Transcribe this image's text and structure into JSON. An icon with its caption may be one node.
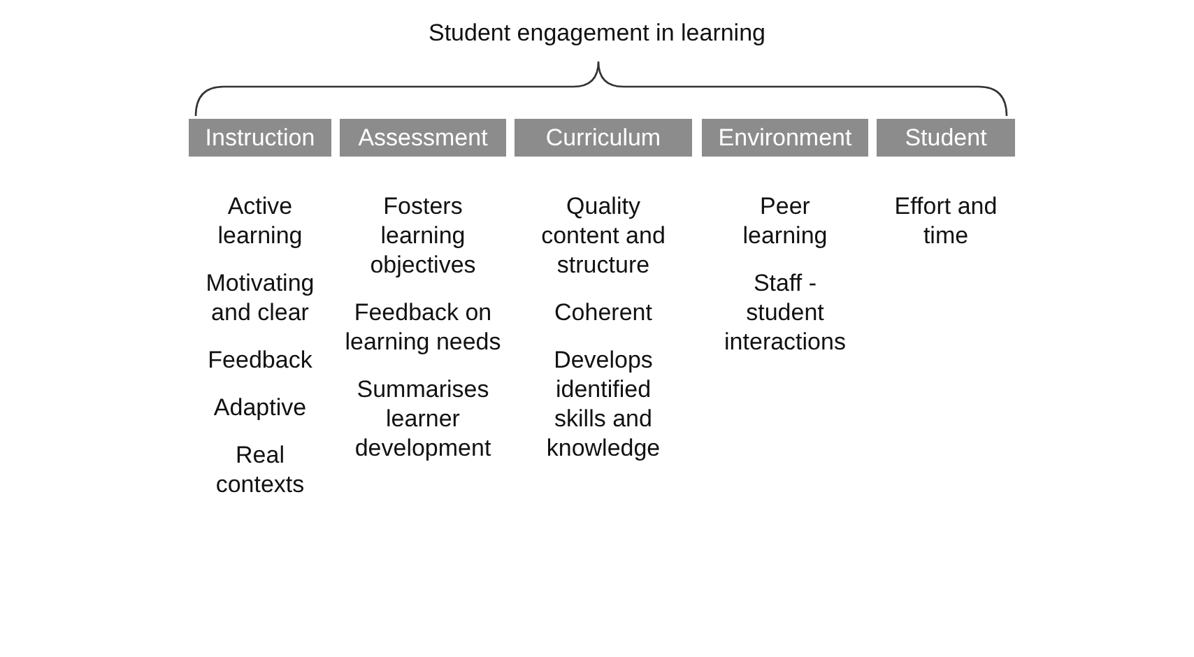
{
  "diagram": {
    "title": "Student engagement in learning",
    "nodes": [
      {
        "text": [
          "Instruction"
        ],
        "beside": [
          "Active learning",
          "Motivating and clear",
          "Feedback",
          "Adaptive",
          "Real contexts"
        ]
      },
      {
        "text": [
          "Assessment"
        ],
        "beside": [
          "Fosters learning objectives",
          "Feedback on learning needs",
          "Summarises learner development"
        ]
      },
      {
        "text": [
          "Curriculum"
        ],
        "beside": [
          "Quality content and structure",
          "Coherent",
          "Develops identified skills and knowledge"
        ]
      },
      {
        "text": [
          "Environment"
        ],
        "beside": [
          "Peer learning",
          "Staff - student interactions"
        ]
      },
      {
        "text": [
          "Student"
        ],
        "beside": [
          "Effort and time"
        ]
      }
    ]
  }
}
